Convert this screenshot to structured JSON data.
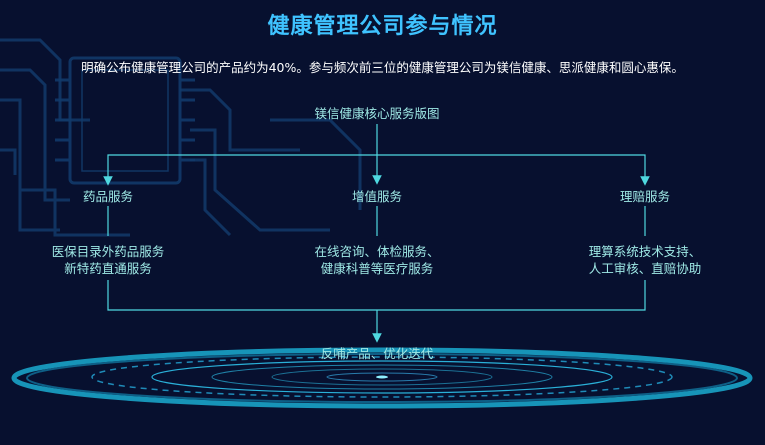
{
  "header": {
    "title": "健康管理公司参与情况",
    "subtitle": "明确公布健康管理公司的产品约为40%。参与频次前三位的健康管理公司为镁信健康、思派健康和圆心惠保。"
  },
  "diagram": {
    "root": "镁信健康核心服务版图",
    "branches": [
      {
        "label": "药品服务",
        "details": [
          "医保目录外药品服务",
          "新特药直通服务"
        ]
      },
      {
        "label": "增值服务",
        "details": [
          "在线咨询、体检服务、",
          "健康科普等医疗服务"
        ]
      },
      {
        "label": "理赔服务",
        "details": [
          "理算系统技术支持、",
          "人工审核、直赔协助"
        ]
      }
    ],
    "outcome": "反哺产品、优化迭代"
  },
  "colors": {
    "title": "#3fc3ff",
    "node_text": "#9fe9e6",
    "line": "#4fd8e0",
    "background": "#07102f"
  }
}
